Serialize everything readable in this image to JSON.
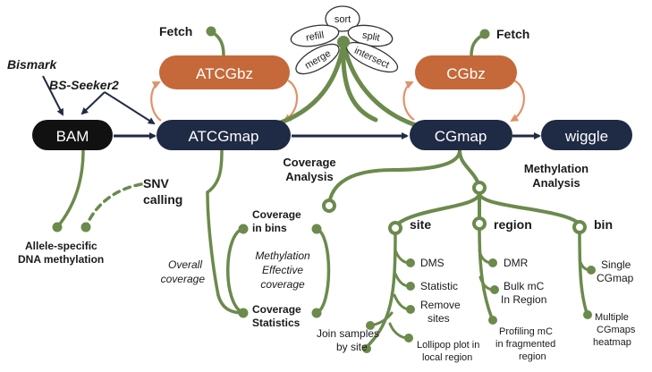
{
  "nodes": {
    "bam": "BAM",
    "atcgmap": "ATCGmap",
    "cgmap": "CGmap",
    "wiggle": "wiggle",
    "atcgbz": "ATCGbz",
    "cgbz": "CGbz"
  },
  "labels": {
    "fetch_left": "Fetch",
    "fetch_right": "Fetch",
    "bismark": "Bismark",
    "bsseeker2": "BS-Seeker2",
    "snv": "SNV",
    "calling": "calling",
    "allele_1": "Allele-specific",
    "allele_2": "DNA methylation",
    "coverage_analysis_1": "Coverage",
    "coverage_analysis_2": "Analysis",
    "methylation_analysis_1": "Methylation",
    "methylation_analysis_2": "Analysis",
    "coverage_in_bins_1": "Coverage",
    "coverage_in_bins_2": "in bins",
    "overall_1": "Overall",
    "overall_2": "coverage",
    "meth_eff_1": "Methylation",
    "meth_eff_2": "Effective",
    "meth_eff_3": "coverage",
    "coverage_stats_1": "Coverage",
    "coverage_stats_2": "Statistics",
    "site": "site",
    "region": "region",
    "bin": "bin",
    "dms": "DMS",
    "statistic": "Statistic",
    "remove_1": "Remove",
    "remove_2": "sites",
    "join_1": "Join  samples",
    "join_2": "by site",
    "lollipop_1": "Lollipop plot in",
    "lollipop_2": "local region",
    "dmr": "DMR",
    "bulk_1": "Bulk mC",
    "bulk_2": "In Region",
    "profiling_1": "Profiling mC",
    "profiling_2": "in fragmented",
    "profiling_3": "region",
    "single_1": "Single",
    "single_2": "CGmap",
    "multiple_1": "Multiple",
    "multiple_2": "CGmaps",
    "multiple_3": "heatmap"
  },
  "petals": {
    "sort": "sort",
    "refill": "refill",
    "split": "split",
    "merge": "merge",
    "intersect": "intersect"
  },
  "colors": {
    "dark_box": "#111111",
    "navy_box": "#1f2a44",
    "orange_box": "#c5693a",
    "green_line": "#6b8a4c",
    "orange_arrow": "#e0926a",
    "navy_arrow": "#1f2a44"
  }
}
